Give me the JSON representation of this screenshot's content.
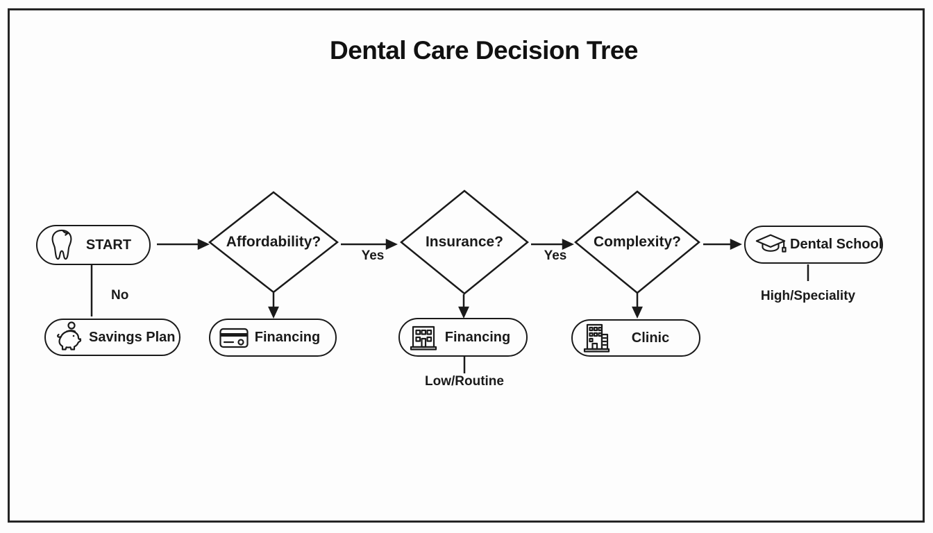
{
  "title": "Dental Care Decision Tree",
  "flow": {
    "start": {
      "label": "START",
      "icon": "tooth-icon"
    },
    "decisions": [
      {
        "id": "affordability",
        "label": "Affordability?"
      },
      {
        "id": "insurance",
        "label": "Insurance?"
      },
      {
        "id": "complexity",
        "label": "Complexity?"
      }
    ],
    "outcomes": [
      {
        "id": "savings-plan",
        "label": "Savings Plan",
        "icon": "piggy-bank-icon"
      },
      {
        "id": "financing-affordability",
        "label": "Financing",
        "icon": "credit-card-icon"
      },
      {
        "id": "financing-insurance",
        "label": "Financing",
        "icon": "bank-building-icon"
      },
      {
        "id": "clinic",
        "label": "Clinic",
        "icon": "clinic-building-icon"
      },
      {
        "id": "dental-school",
        "label": "Dental School",
        "icon": "graduation-cap-icon"
      }
    ],
    "edge_labels": {
      "start_no": "No",
      "affordability_yes": "Yes",
      "insurance_yes": "Yes",
      "insurance_low": "Low/Routine",
      "complexity_high": "High/Speciality"
    }
  },
  "colors": {
    "ink": "#1a1a1a",
    "frame": "#242424",
    "background": "#fdfdfd"
  }
}
